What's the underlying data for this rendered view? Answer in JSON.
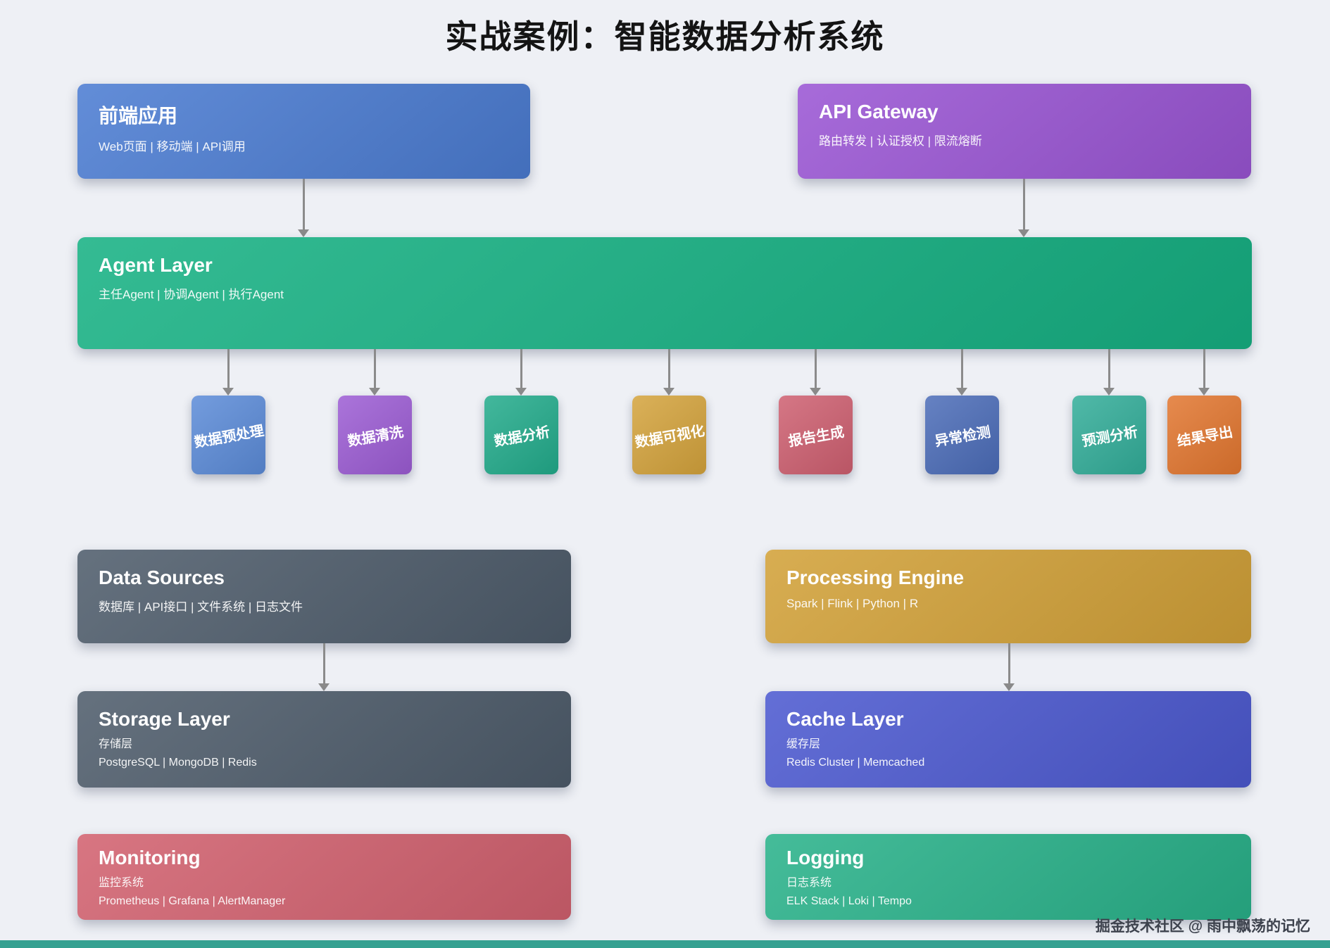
{
  "page": {
    "title": "实战案例：智能数据分析系统",
    "watermark": "掘金技术社区 @ 雨中飘荡的记忆"
  },
  "palette": {
    "background": "#eef0f5",
    "arrow": "#8b8b8b",
    "footer_bar": "#35a191",
    "frontend": "#4b7cd2",
    "api_gateway": "#9a55d4",
    "agent_layer": "#16b183",
    "data_sources": "#4e5c6b",
    "storage_layer": "#4e5c6b",
    "monitoring": "#d2616f",
    "processing_engine": "#d2a138",
    "cache_layer": "#4c59d0",
    "logging": "#29b28a"
  },
  "nodes": {
    "frontend": {
      "title": "前端应用",
      "subtitle": "Web页面 | 移动端 | API调用"
    },
    "api_gateway": {
      "title": "API Gateway",
      "subtitle": "路由转发 | 认证授权 | 限流熔断"
    },
    "agent_layer": {
      "title": "Agent Layer",
      "subtitle": "主任Agent | 协调Agent | 执行Agent"
    },
    "tasks": [
      {
        "label": "数据预处理",
        "color": "#5b8bd8"
      },
      {
        "label": "数据清洗",
        "color": "#9c5cd4"
      },
      {
        "label": "数据分析",
        "color": "#22ab8b"
      },
      {
        "label": "数据可视化",
        "color": "#d4a33c"
      },
      {
        "label": "报告生成",
        "color": "#ce5f70"
      },
      {
        "label": "异常检测",
        "color": "#4b6cb8"
      },
      {
        "label": "预测分析",
        "color": "#32ad99"
      },
      {
        "label": "结果导出",
        "color": "#e2762f"
      }
    ],
    "data_sources": {
      "title": "Data Sources",
      "subtitle": "数据库 | API接口 | 文件系统 | 日志文件"
    },
    "storage_layer": {
      "title": "Storage Layer",
      "line1": "存储层",
      "line2": "PostgreSQL | MongoDB | Redis"
    },
    "monitoring": {
      "title": "Monitoring",
      "line1": "监控系统",
      "line2": "Prometheus | Grafana | AlertManager"
    },
    "processing_engine": {
      "title": "Processing Engine",
      "subtitle": "Spark | Flink | Python | R"
    },
    "cache_layer": {
      "title": "Cache Layer",
      "line1": "缓存层",
      "line2": "Redis Cluster | Memcached"
    },
    "logging": {
      "title": "Logging",
      "line1": "日志系统",
      "line2": "ELK Stack | Loki | Tempo"
    }
  }
}
